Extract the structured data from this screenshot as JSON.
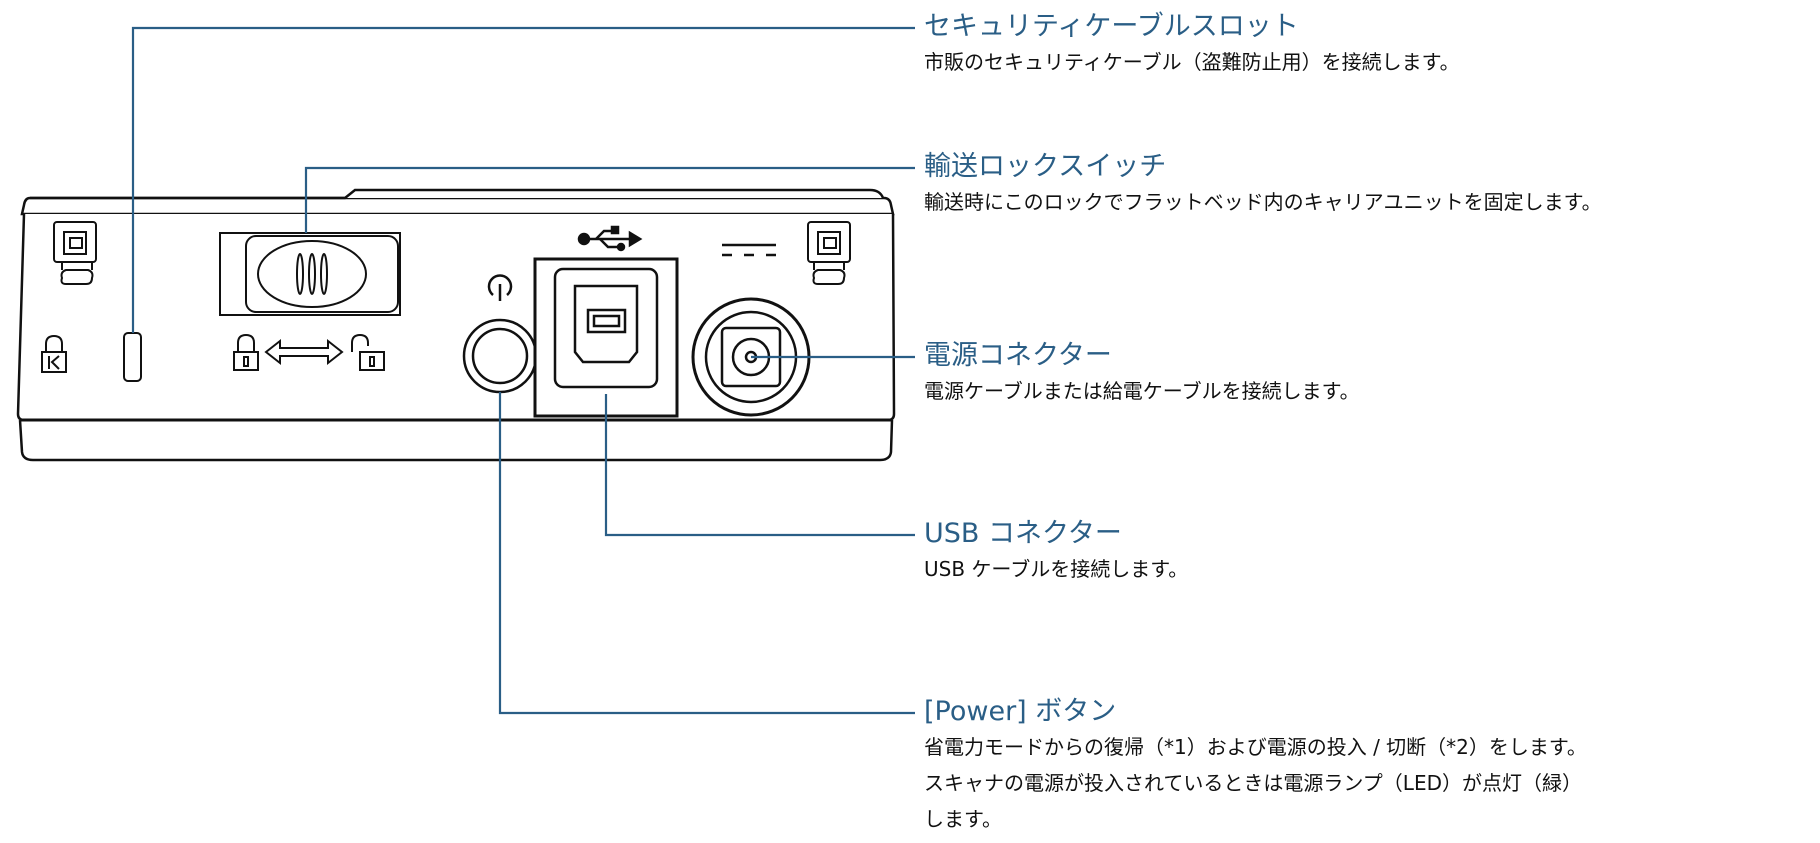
{
  "callouts": {
    "security_slot": {
      "title": "セキュリティケーブルスロット",
      "desc": "市販のセキュリティケーブル（盗難防止用）を接続します。"
    },
    "transport_lock": {
      "title": "輸送ロックスイッチ",
      "desc": "輸送時にこのロックでフラットベッド内のキャリアユニットを固定します。"
    },
    "power_connector": {
      "title": "電源コネクター",
      "desc": "電源ケーブルまたは給電ケーブルを接続します。"
    },
    "usb_connector": {
      "title": "USB コネクター",
      "desc": "USB ケーブルを接続します。"
    },
    "power_button": {
      "title": "[Power] ボタン",
      "desc_lines": [
        "省電力モードからの復帰（*1）および電源の投入 / 切断（*2）をします。",
        "スキャナの電源が投入されているときは電源ランプ（LED）が点灯（緑）",
        "します。"
      ]
    }
  },
  "icons": [
    "kensington-lock-icon",
    "lock-icon",
    "double-arrow-icon",
    "unlock-icon",
    "power-icon",
    "usb-icon",
    "dc-power-icon"
  ],
  "colors": {
    "leader_line": "#2a5e86",
    "title_text": "#2a5e86",
    "device_outline": "#111111"
  }
}
